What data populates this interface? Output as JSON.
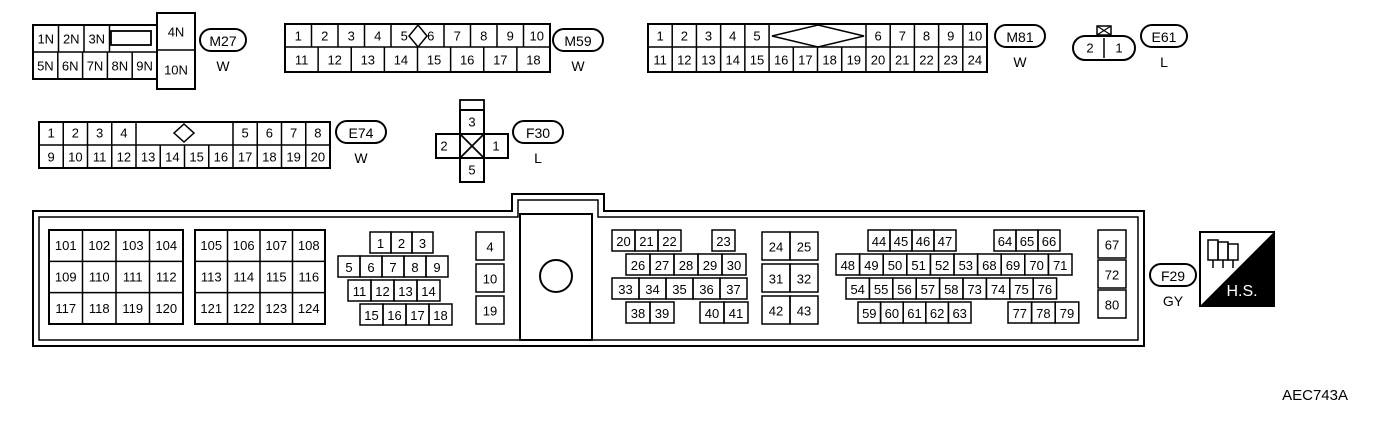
{
  "colors": {
    "line": "#000000",
    "background": "#ffffff",
    "fill": "#000000"
  },
  "icon_names": {
    "harness_connector": "harness-connector-icon"
  },
  "connectors": {
    "M27": {
      "tag": "M27",
      "color": "W",
      "rows": [
        [
          "1N",
          "2N",
          "3N"
        ],
        [
          "5N",
          "6N",
          "7N",
          "8N",
          "9N"
        ]
      ],
      "big": [
        "4N",
        "10N"
      ]
    },
    "M59": {
      "tag": "M59",
      "color": "W",
      "top": [
        "1",
        "2",
        "3",
        "4",
        "5",
        "6",
        "7",
        "8",
        "9",
        "10"
      ],
      "bottom": [
        "11",
        "12",
        "13",
        "14",
        "15",
        "16",
        "17",
        "18"
      ]
    },
    "M81": {
      "tag": "M81",
      "color": "W",
      "top_left": [
        "1",
        "2",
        "3",
        "4",
        "5"
      ],
      "top_right": [
        "6",
        "7",
        "8",
        "9",
        "10"
      ],
      "bottom": [
        "11",
        "12",
        "13",
        "14",
        "15",
        "16",
        "17",
        "18",
        "19",
        "20",
        "21",
        "22",
        "23",
        "24"
      ]
    },
    "E61": {
      "tag": "E61",
      "color": "L",
      "pins": [
        "2",
        "1"
      ]
    },
    "E74": {
      "tag": "E74",
      "color": "W",
      "top_left": [
        "1",
        "2",
        "3",
        "4"
      ],
      "top_right": [
        "5",
        "6",
        "7",
        "8"
      ],
      "bottom": [
        "9",
        "10",
        "11",
        "12",
        "13",
        "14",
        "15",
        "16",
        "17",
        "18",
        "19",
        "20"
      ]
    },
    "F30": {
      "tag": "F30",
      "color": "L",
      "pins": [
        "3",
        "2",
        "1",
        "5"
      ]
    },
    "F29": {
      "tag": "F29",
      "color": "GY",
      "blockA": [
        [
          "101",
          "102",
          "103",
          "104"
        ],
        [
          "109",
          "110",
          "111",
          "112"
        ],
        [
          "117",
          "118",
          "119",
          "120"
        ]
      ],
      "blockB": [
        [
          "105",
          "106",
          "107",
          "108"
        ],
        [
          "113",
          "114",
          "115",
          "116"
        ],
        [
          "121",
          "122",
          "123",
          "124"
        ]
      ],
      "blockC": [
        [
          "1",
          "2",
          "3"
        ],
        [
          "5",
          "6",
          "7",
          "8",
          "9"
        ],
        [
          "11",
          "12",
          "13",
          "14"
        ],
        [
          "15",
          "16",
          "17",
          "18"
        ]
      ],
      "blockD": [
        "4",
        "10",
        "19"
      ],
      "blockE": [
        [
          "20",
          "21",
          "22",
          "23"
        ],
        [
          "26",
          "27",
          "28",
          "29",
          "30"
        ],
        [
          "33",
          "34",
          "35",
          "36",
          "37"
        ],
        [
          "38",
          "39",
          "40",
          "41"
        ]
      ],
      "blockF": [
        [
          "24",
          "25"
        ],
        [
          "31",
          "32"
        ],
        [
          "42",
          "43"
        ]
      ],
      "blockG": [
        [
          "44",
          "45",
          "46",
          "47",
          "64",
          "65",
          "66"
        ],
        [
          "48",
          "49",
          "50",
          "51",
          "52",
          "53",
          "68",
          "69",
          "70",
          "71"
        ],
        [
          "54",
          "55",
          "56",
          "57",
          "58",
          "73",
          "74",
          "75",
          "76"
        ],
        [
          "59",
          "60",
          "61",
          "62",
          "63",
          "77",
          "78",
          "79"
        ]
      ],
      "blockH": [
        "67",
        "72",
        "80"
      ]
    }
  },
  "hs_label": "H.S.",
  "figure_ref": "AEC743A"
}
